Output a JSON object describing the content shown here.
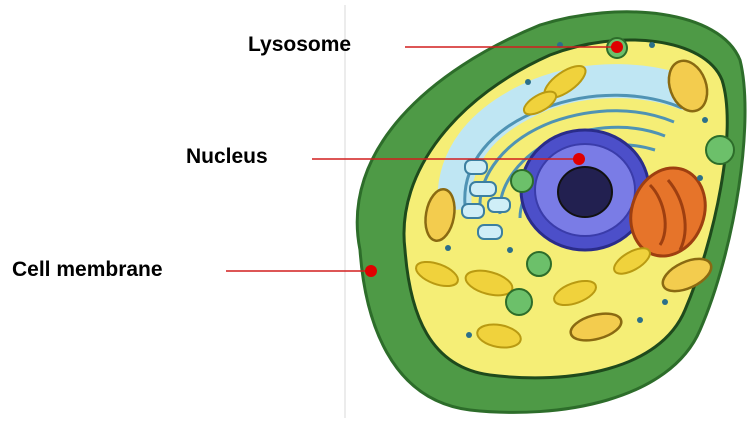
{
  "labels": {
    "lysosome": "Lysosome",
    "nucleus": "Nucleus",
    "cell_membrane": "Cell membrane"
  },
  "colors": {
    "leader_line": "#d21f1f",
    "marker": "#e00000",
    "membrane": "#3f8f3a",
    "cytoplasm": "#f7f27a",
    "nucleus": "#5a5bd6",
    "nucleolus": "#1c1c45",
    "er": "#8fd0e8",
    "mitochondria": "#f2c64b",
    "vesicle": "#6cc06a"
  }
}
